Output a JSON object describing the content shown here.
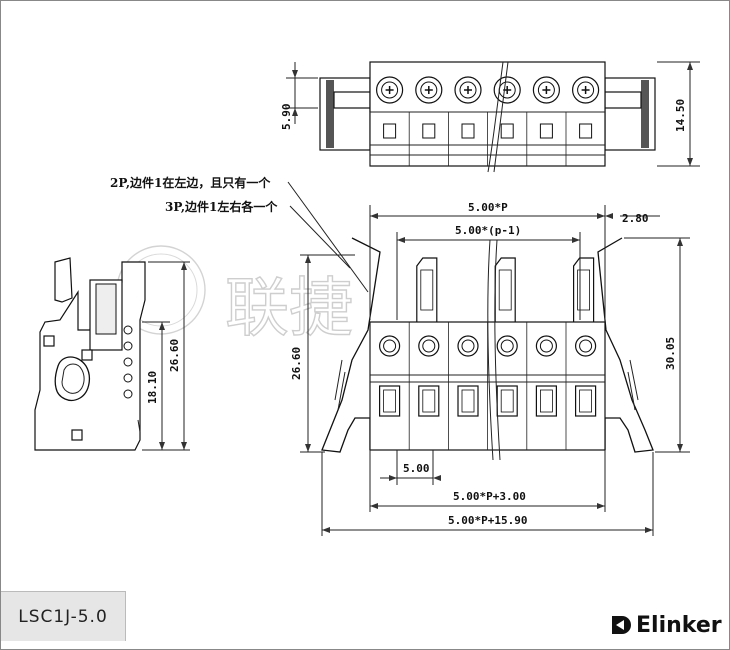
{
  "model_label": "LSC1J-5.0",
  "brand": "Elinker",
  "watermark": "联捷",
  "dimensions": {
    "top_height": "14.50",
    "top_small": "5.90",
    "overall_width_p": "5.00*P",
    "pitch_p_minus_1": "5.00*(p-1)",
    "edge_offset": "2.80",
    "front_height_left": "26.60",
    "front_height_right": "30.05",
    "pitch": "5.00",
    "width_p_plus_3": "5.00*P+3.00",
    "width_p_plus_15_9": "5.00*P+15.90",
    "side_height_total": "26.60",
    "side_height_lower": "18.10"
  },
  "notes": {
    "line1": "2P,边件1在左边，且只有一个",
    "line2": "3P,边件1左右各一个"
  },
  "icons": {
    "brand_logo": "elinker-logo-icon"
  }
}
